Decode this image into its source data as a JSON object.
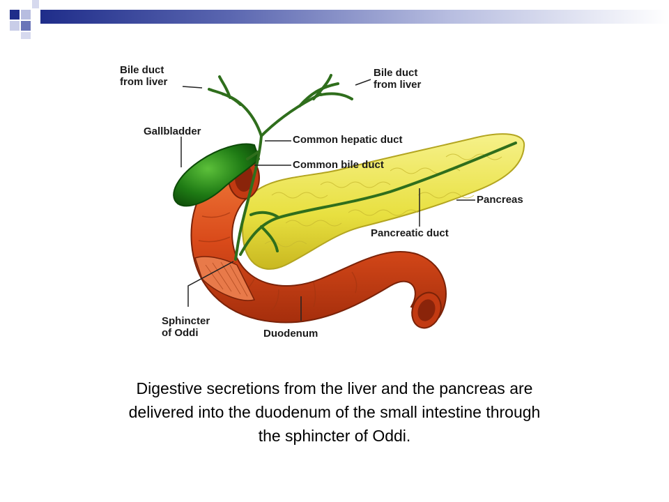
{
  "labels": {
    "bile_duct_left_line1": "Bile duct",
    "bile_duct_left_line2": "from liver",
    "bile_duct_right_line1": "Bile duct",
    "bile_duct_right_line2": "from liver",
    "gallbladder": "Gallbladder",
    "common_hepatic_duct": "Common hepatic duct",
    "common_bile_duct": "Common bile duct",
    "pancreas": "Pancreas",
    "pancreatic_duct": "Pancreatic duct",
    "sphincter_line1": "Sphincter",
    "sphincter_line2": "of Oddi",
    "duodenum": "Duodenum"
  },
  "caption": {
    "line1": "Digestive secretions from the liver and the pancreas are",
    "line2": "delivered into the duodenum of the small intestine through",
    "line3": "the sphincter of Oddi."
  },
  "colors": {
    "header_dark": "#1f2d8a",
    "gallbladder": "#1e7a14",
    "ducts": "#2f6e1c",
    "pancreas": "#e8e040",
    "duodenum": "#d94a1a"
  }
}
